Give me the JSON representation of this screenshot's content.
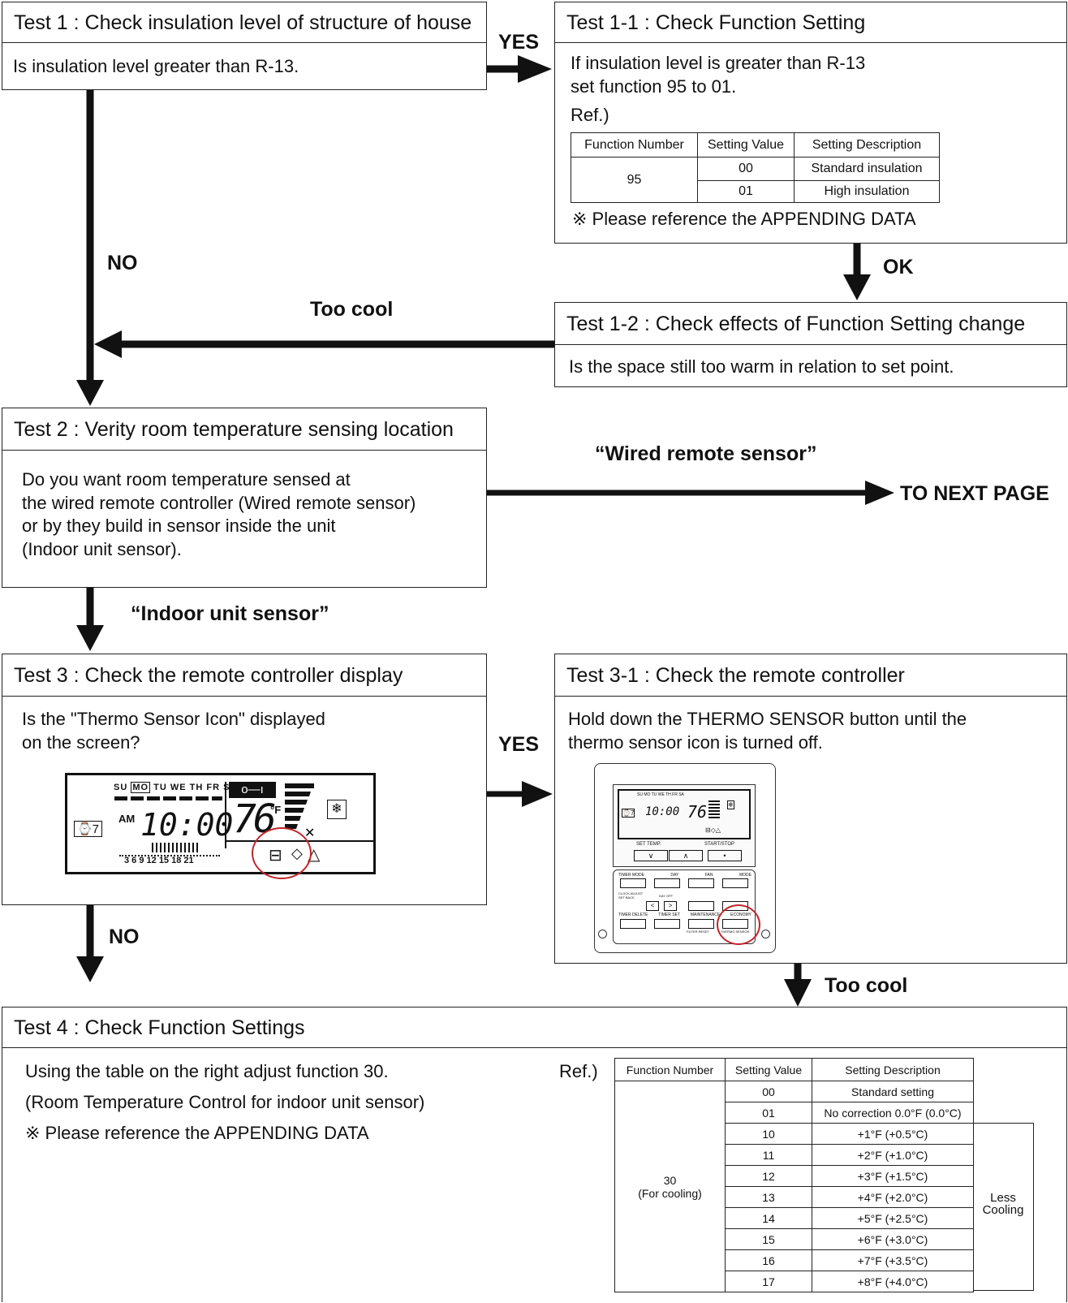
{
  "test1": {
    "title": "Test 1 : Check insulation level of structure of house",
    "question": "Is insulation level greater than R-13."
  },
  "test1_1": {
    "title": "Test 1-1 : Check Function Setting",
    "line1": "If insulation level is greater than R-13",
    "line2": "set function 95 to 01.",
    "ref": "Ref.)",
    "headers": [
      "Function Number",
      "Setting Value",
      "Setting Description"
    ],
    "function_number": "95",
    "rows": [
      {
        "value": "00",
        "desc": "Standard insulation"
      },
      {
        "value": "01",
        "desc": "High insulation"
      }
    ],
    "note": "※ Please reference the APPENDING DATA"
  },
  "test1_2": {
    "title": "Test 1-2 : Check effects of Function Setting change",
    "question": "Is the space still too warm in relation to set point."
  },
  "test2": {
    "title": "Test 2 : Verity room temperature sensing location",
    "lines": [
      "Do you want room temperature sensed at",
      "the wired remote controller (Wired remote sensor)",
      "or by they build in sensor inside the unit",
      "(Indoor unit sensor)."
    ]
  },
  "test3": {
    "title": "Test 3 : Check the remote controller display",
    "line1": "Is the \"Thermo Sensor Icon\" displayed",
    "line2": "on the screen?",
    "lcd": {
      "days": [
        "SU",
        "MO",
        "TU",
        "WE",
        "TH",
        "FR",
        "SA"
      ],
      "timer": "⌚7",
      "am": "AM",
      "time": "10:00",
      "temp": "76",
      "unit": "°F",
      "hours": "3  6  9  12  15  18  21"
    }
  },
  "test3_1": {
    "title": "Test 3-1 : Check the remote controller",
    "line1": "Hold down the THERMO SENSOR button until the",
    "line2": "thermo sensor icon is turned off.",
    "remote": {
      "set_temp": "SET TEMP.",
      "start_stop": "START/STOP",
      "buttons_row1": [
        "TIMER MODE",
        "DAY",
        "FAN",
        "MODE"
      ],
      "buttons_row3": [
        "TIMER DELETE",
        "TIMER SET",
        "MAINTENANCE",
        "ECONOMY"
      ],
      "clock_adjust": "CLOCK ADJUST",
      "set_back": "SET BACK",
      "day_off": "DAY OFF",
      "filter_reset": "FILTER RESET",
      "thermo_sensor": "THERMO SENSOR"
    }
  },
  "test4": {
    "title": "Test 4 : Check Function Settings",
    "line1": "Using the table on the right adjust function 30.",
    "line2": "(Room Temperature Control for indoor unit sensor)",
    "note": "※  Please reference the APPENDING DATA",
    "ref": "Ref.)",
    "headers": [
      "Function Number",
      "Setting Value",
      "Setting Description"
    ],
    "function_number": "30",
    "function_sub": "(For cooling)",
    "rows": [
      {
        "value": "00",
        "desc": "Standard setting"
      },
      {
        "value": "01",
        "desc": "No correction 0.0°F (0.0°C)"
      },
      {
        "value": "10",
        "desc": "+1°F (+0.5°C)"
      },
      {
        "value": "11",
        "desc": "+2°F (+1.0°C)"
      },
      {
        "value": "12",
        "desc": "+3°F (+1.5°C)"
      },
      {
        "value": "13",
        "desc": "+4°F (+2.0°C)"
      },
      {
        "value": "14",
        "desc": "+5°F (+2.5°C)"
      },
      {
        "value": "15",
        "desc": "+6°F (+3.0°C)"
      },
      {
        "value": "16",
        "desc": "+7°F (+3.5°C)"
      },
      {
        "value": "17",
        "desc": "+8°F (+4.0°C)"
      }
    ],
    "side_label_1": "Less",
    "side_label_2": "Cooling"
  },
  "labels": {
    "yes1": "YES",
    "no1": "NO",
    "ok": "OK",
    "too_cool1": "Too cool",
    "wired": "“Wired remote sensor”",
    "next_page": "TO NEXT PAGE",
    "indoor": "“Indoor unit sensor”",
    "yes2": "YES",
    "no2": "NO",
    "too_cool2": "Too cool"
  }
}
